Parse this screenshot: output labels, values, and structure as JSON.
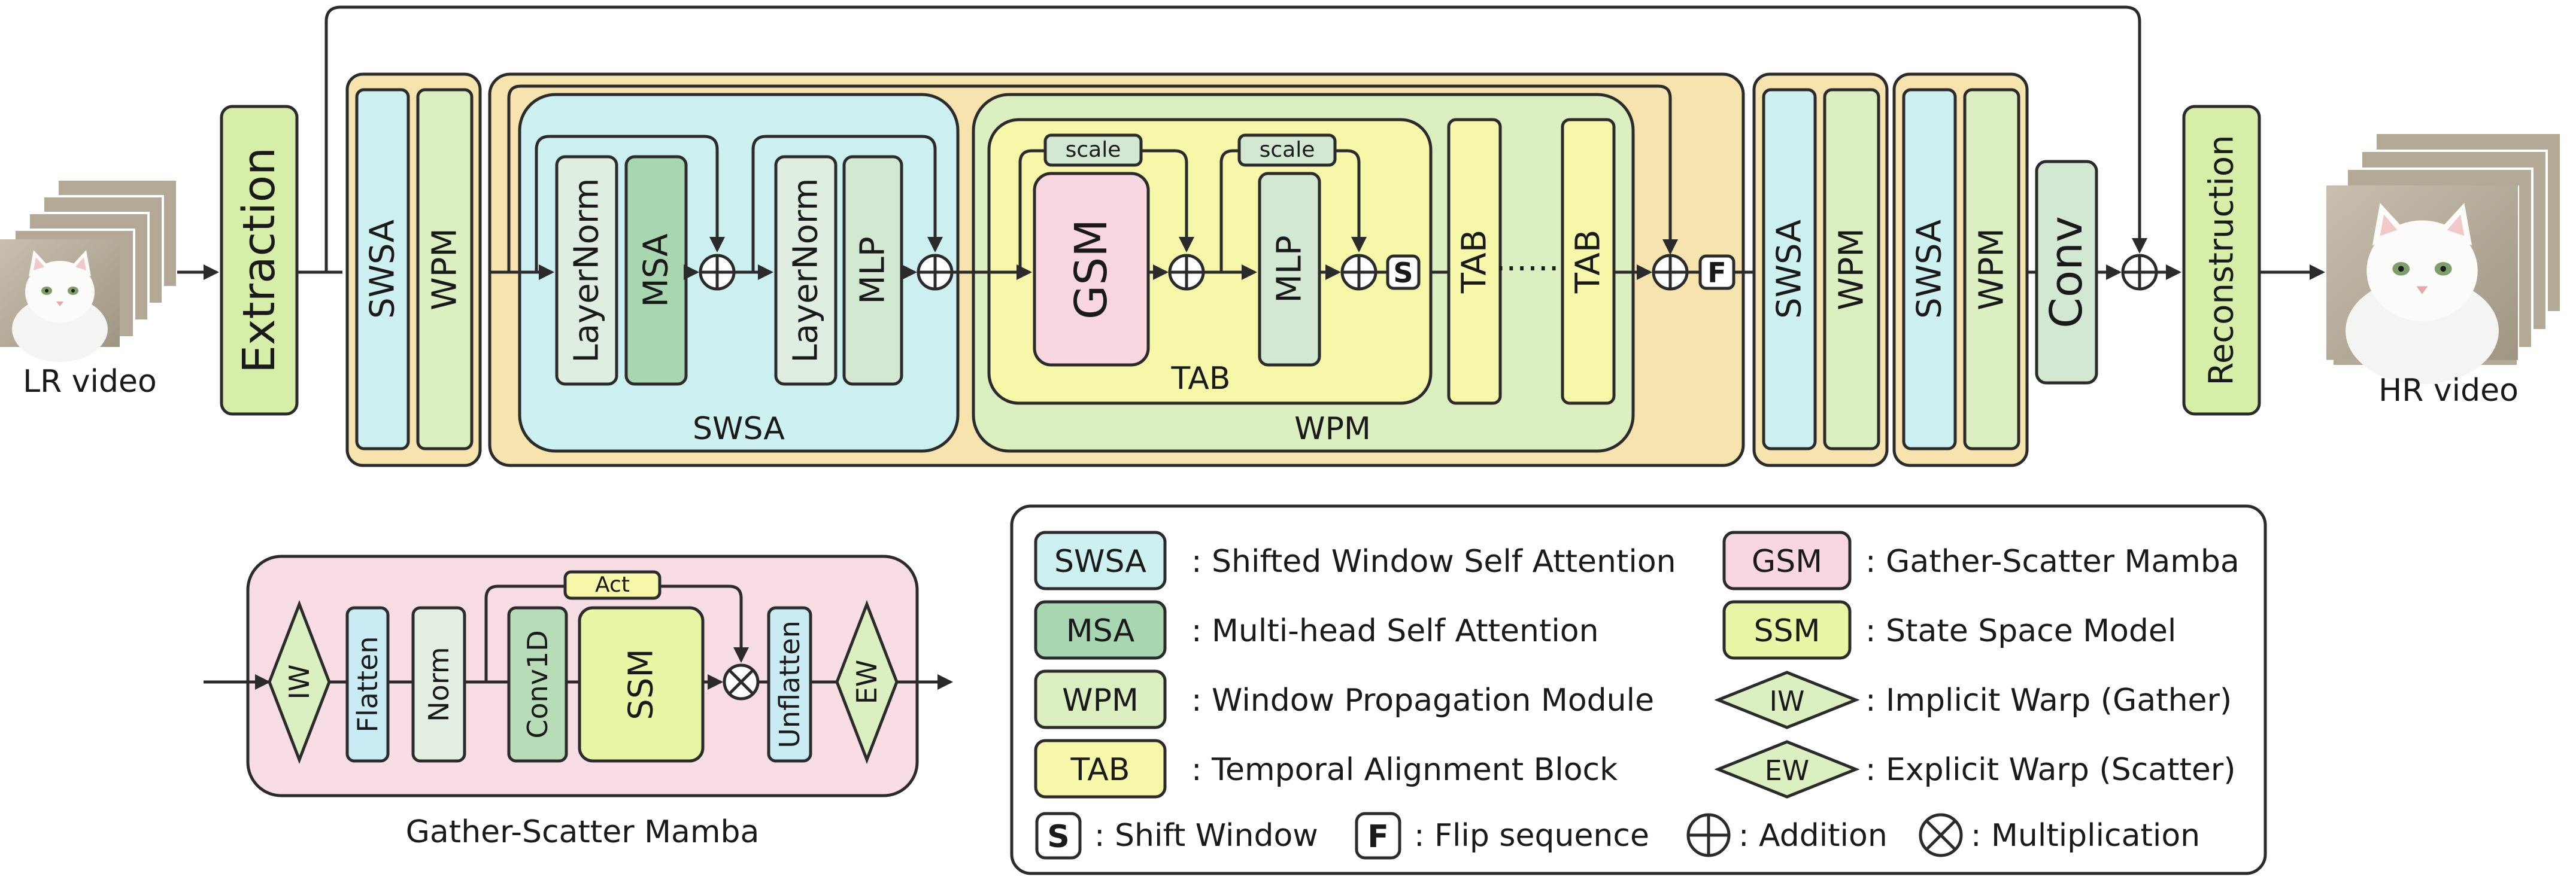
{
  "io": {
    "input_label": "LR video",
    "output_label": "HR video"
  },
  "pipeline": {
    "extraction": "Extraction",
    "swsa": "SWSA",
    "wpm": "WPM",
    "conv": "Conv",
    "reconstruction": "Reconstruction"
  },
  "swsa_detail": {
    "layernorm": "LayerNorm",
    "msa": "MSA",
    "mlp": "MLP",
    "title": "SWSA"
  },
  "wpm_detail": {
    "title": "WPM",
    "tab_title": "TAB",
    "gsm": "GSM",
    "mlp": "MLP",
    "scale": "scale",
    "shift": "S",
    "flip": "F",
    "tab": "TAB",
    "dots": "·······"
  },
  "gsm_detail": {
    "caption": "Gather-Scatter Mamba",
    "iw": "IW",
    "flatten": "Flatten",
    "norm": "Norm",
    "conv1d": "Conv1D",
    "ssm": "SSM",
    "act": "Act",
    "unflatten": "Unflatten",
    "ew": "EW"
  },
  "legend": {
    "swsa_key": "SWSA",
    "swsa_desc": ": Shifted Window Self Attention",
    "msa_key": "MSA",
    "msa_desc": ": Multi-head Self Attention",
    "wpm_key": "WPM",
    "wpm_desc": ": Window Propagation Module",
    "tab_key": "TAB",
    "tab_desc": ": Temporal Alignment Block",
    "gsm_key": "GSM",
    "gsm_desc": ": Gather-Scatter Mamba",
    "ssm_key": "SSM",
    "ssm_desc": ": State Space Model",
    "iw_key": "IW",
    "iw_desc": ": Implicit Warp (Gather)",
    "ew_key": "EW",
    "ew_desc": ": Explicit Warp (Scatter)",
    "s_key": "S",
    "s_desc": ": Shift Window",
    "f_key": "F",
    "f_desc": ": Flip sequence",
    "add_desc": ": Addition",
    "mul_desc": ": Multiplication"
  },
  "colors": {
    "swsa": "#cdf0f1",
    "wpm": "#dcefc0",
    "tab": "#f6f7a8",
    "msa": "#a8d6b0",
    "mlp": "#d2e8d2",
    "layernorm": "#dfeee0",
    "gsm": "#f8d7e1",
    "ssm": "#e8f7a6",
    "extraction": "#d6eea8",
    "outer": "#f7e3ad",
    "gsm_panel": "#f8dde4",
    "flatten": "#c9ecf4",
    "norm": "#e3efe3",
    "conv1d": "#b8dcb8",
    "legend_bg": "#ffffff"
  },
  "icons": [
    "add-icon",
    "multiply-icon",
    "cat-photo"
  ]
}
